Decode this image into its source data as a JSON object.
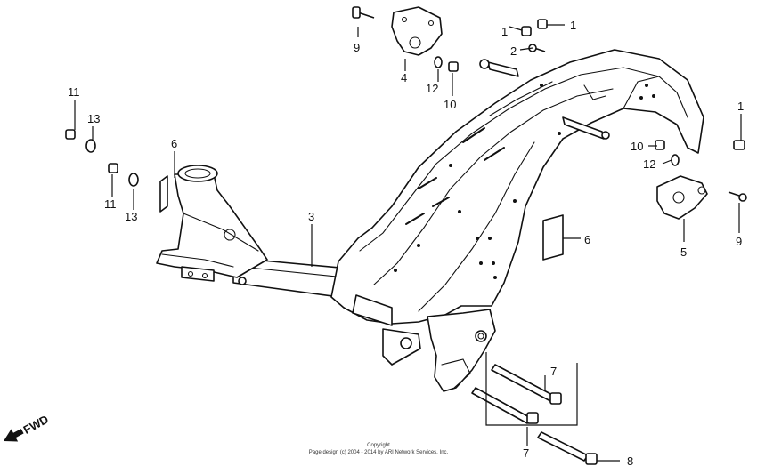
{
  "callouts": {
    "c1a": "1",
    "c1b": "1",
    "c1c": "1",
    "c2": "2",
    "c3": "3",
    "c4": "4",
    "c5": "5",
    "c6a": "6",
    "c6b": "6",
    "c7a": "7",
    "c7b": "7",
    "c8": "8",
    "c9a": "9",
    "c9b": "9",
    "c10a": "10",
    "c10b": "10",
    "c11a": "11",
    "c11b": "11",
    "c12a": "12",
    "c12b": "12",
    "c13a": "13",
    "c13b": "13"
  },
  "direction_label": "FWD",
  "copyright": {
    "line1": "Copyright",
    "line2": "Page design (c) 2004 - 2014 by ARI Network Services, Inc."
  }
}
